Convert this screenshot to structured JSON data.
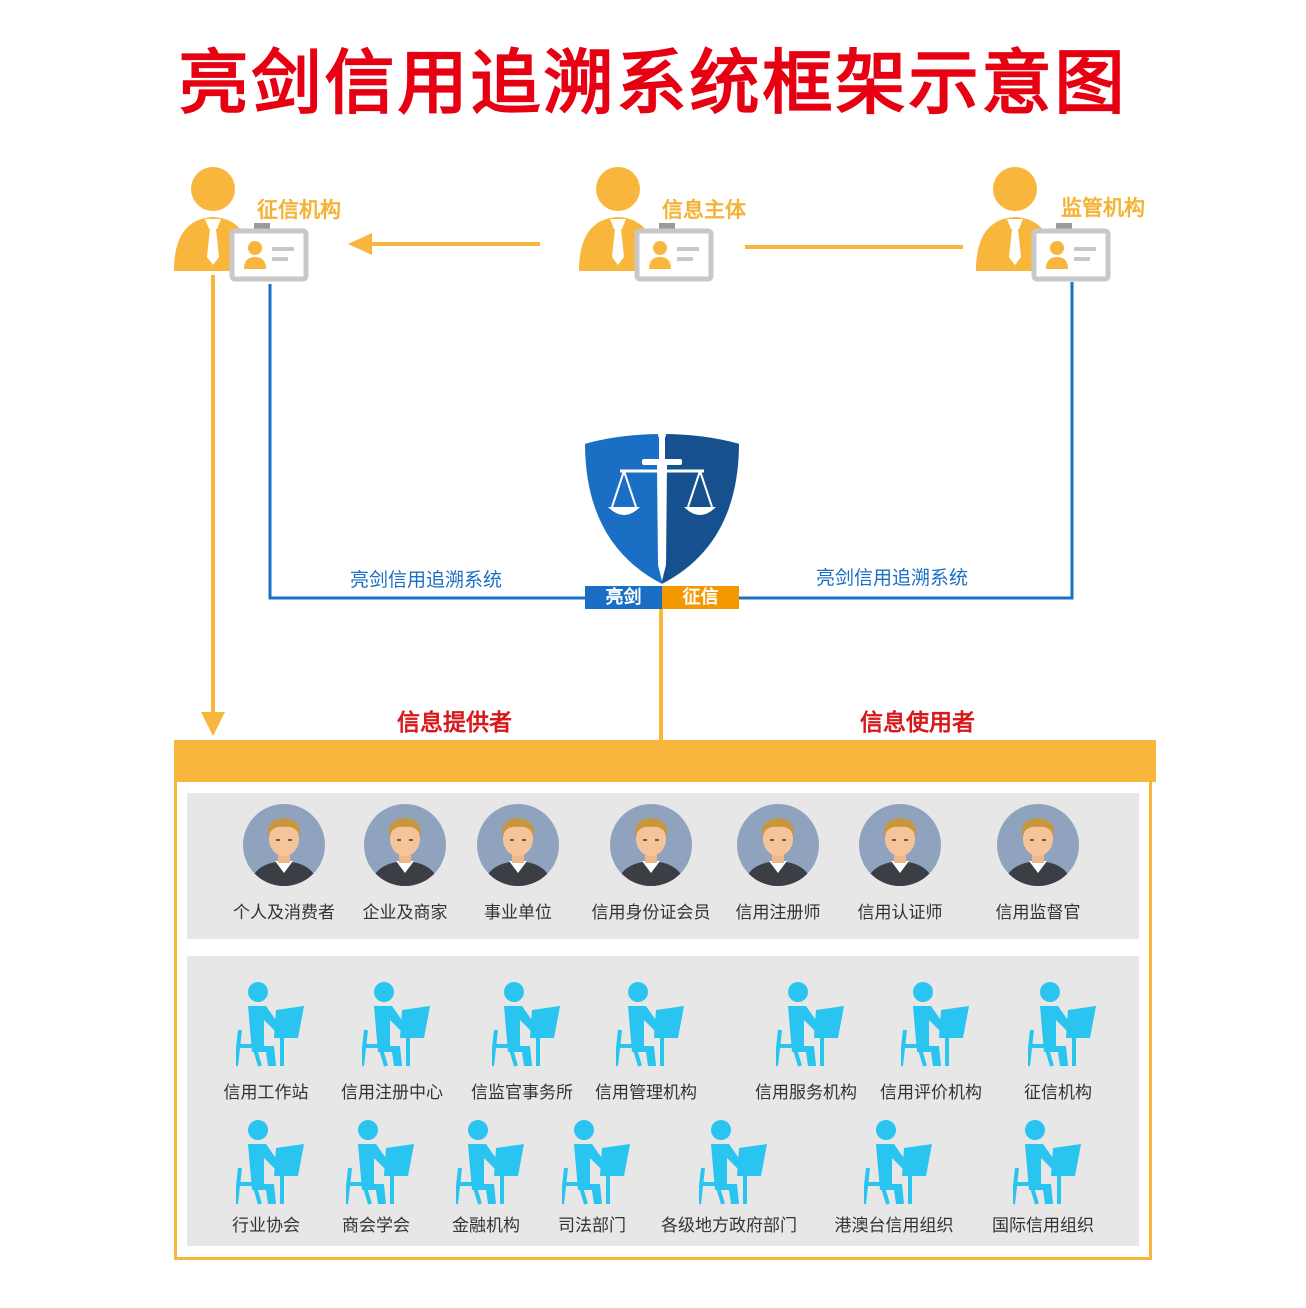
{
  "title": "亮剑信用追溯系统框架示意图",
  "actors": {
    "credit_agency": "征信机构",
    "subject": "信息主体",
    "regulator": "监管机构"
  },
  "system_label_left": "亮剑信用追溯系统",
  "system_label_right": "亮剑信用追溯系统",
  "badge": {
    "left": "亮剑",
    "right": "征信"
  },
  "roles": {
    "provider": "信息提供者",
    "user": "信息使用者"
  },
  "persons": [
    "个人及消费者",
    "企业及商家",
    "事业单位",
    "信用身份证会员",
    "信用注册师",
    "信用认证师",
    "信用监督官"
  ],
  "orgs_row1": [
    "信用工作站",
    "信用注册中心",
    "信监官事务所",
    "信用管理机构",
    "信用服务机构",
    "信用评价机构",
    "征信机构"
  ],
  "orgs_row2": [
    "行业协会",
    "商会学会",
    "金融机构",
    "司法部门",
    "各级地方政府部门",
    "港澳台信用组织",
    "国际信用组织"
  ],
  "colors": {
    "title": "#e60012",
    "actor": "#f5b335",
    "line_orange": "#f8b63c",
    "line_blue": "#1a6fc4",
    "role_head": "#d7191c",
    "org_icon": "#29c4ef",
    "panel": "#e7e7e7"
  },
  "icons": {
    "actor": "business-person-with-id-card-icon",
    "shield": "justice-shield-sword-scales-icon",
    "person": "male-avatar-icon",
    "org": "person-at-desk-icon"
  }
}
